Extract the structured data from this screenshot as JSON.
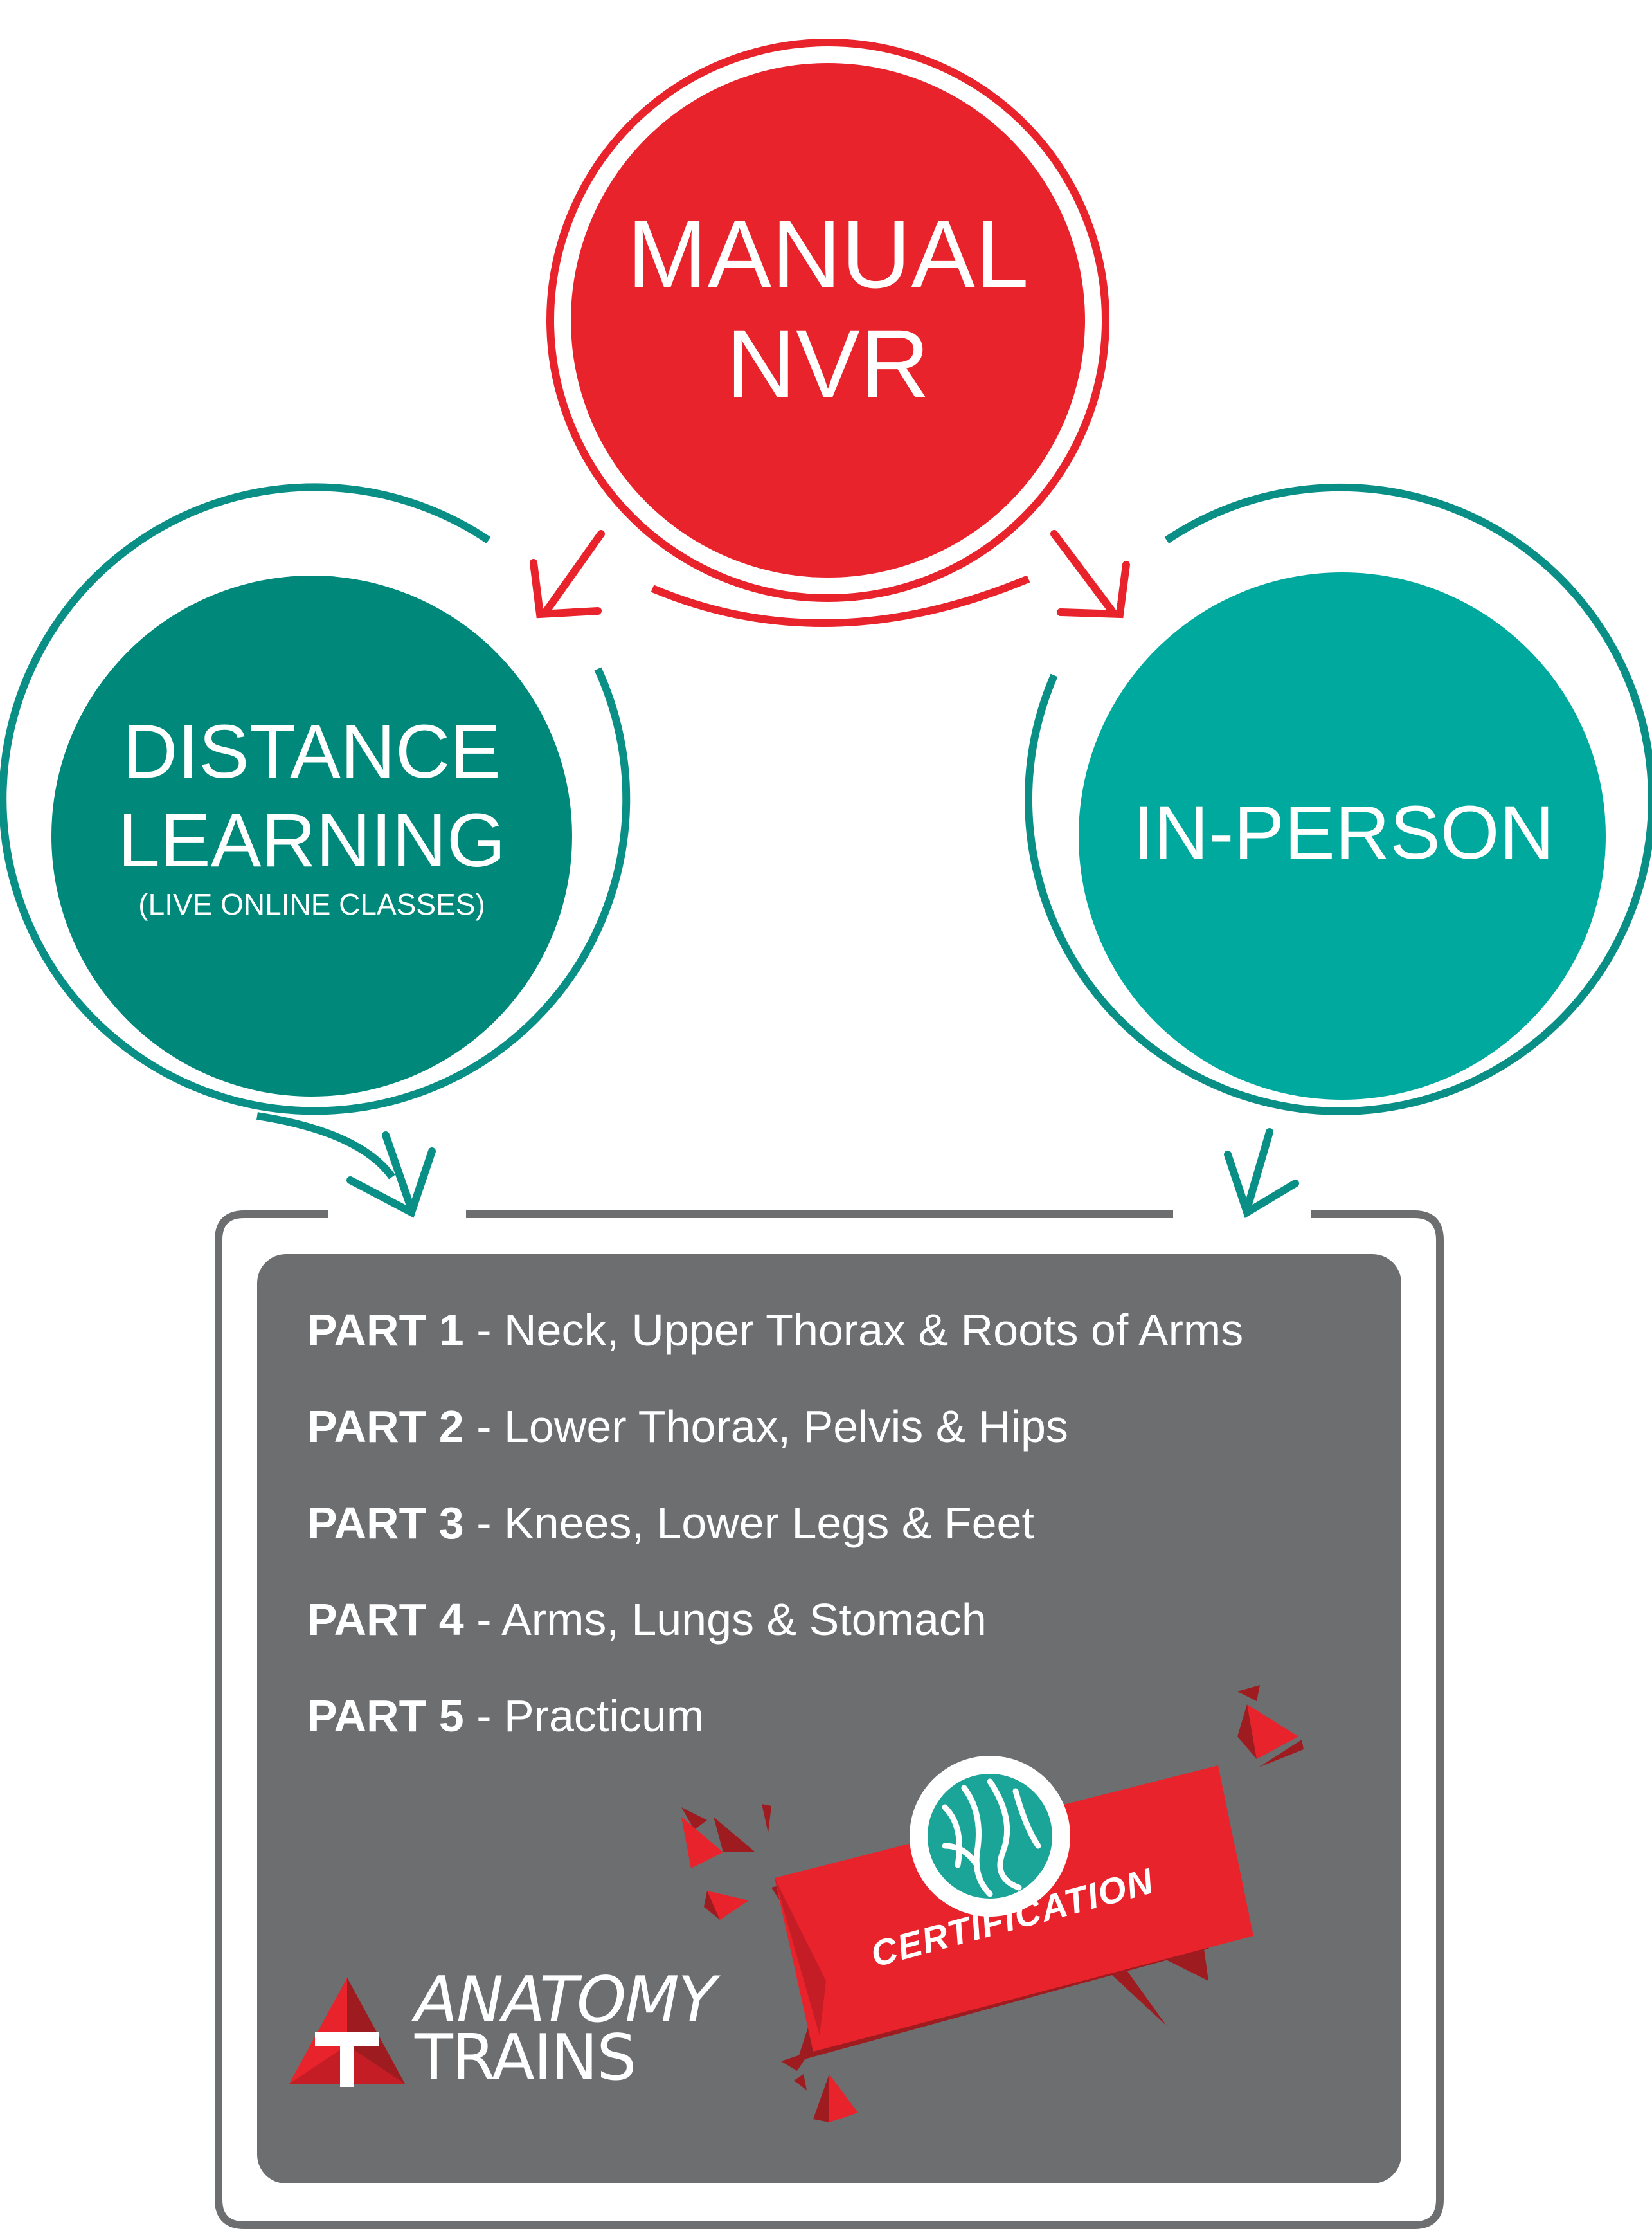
{
  "diagram": {
    "nodes": {
      "manual": {
        "line1": "MANUAL",
        "line2": "NVR"
      },
      "distance": {
        "line1": "DISTANCE",
        "line2": "LEARNING",
        "sub": "(LIVE ONLINE CLASSES)"
      },
      "inperson": {
        "label": "IN-PERSON"
      }
    },
    "parts": [
      {
        "label": "PART 1",
        "sep": " - ",
        "text": "Neck, Upper Thorax & Roots of Arms"
      },
      {
        "label": "PART 2",
        "sep": " - ",
        "text": "Lower Thorax, Pelvis & Hips"
      },
      {
        "label": "PART 3",
        "sep": " - ",
        "text": "Knees, Lower Legs & Feet"
      },
      {
        "label": "PART 4",
        "sep": " - ",
        "text": "Arms, Lungs & Stomach"
      },
      {
        "label": "PART 5",
        "sep": " - ",
        "text": "Practicum"
      }
    ],
    "certification": "CERTIFICATION",
    "logo": {
      "line1": "ANATOMY",
      "line2": "TRAINS",
      "mark_letter": "T"
    }
  },
  "colors": {
    "red": "#e8232b",
    "dark_red": "#9e1b20",
    "teal_dark": "#00897b",
    "teal_light": "#00a99d",
    "teal_stroke": "#0a8f86",
    "box_gray": "#6d6e70",
    "frame_gray": "#6d6e70",
    "white": "#ffffff"
  },
  "icons": [
    "arrow-down-left-icon",
    "arrow-down-right-icon",
    "certification-seal-icon",
    "anatomy-trains-logo-icon"
  ]
}
